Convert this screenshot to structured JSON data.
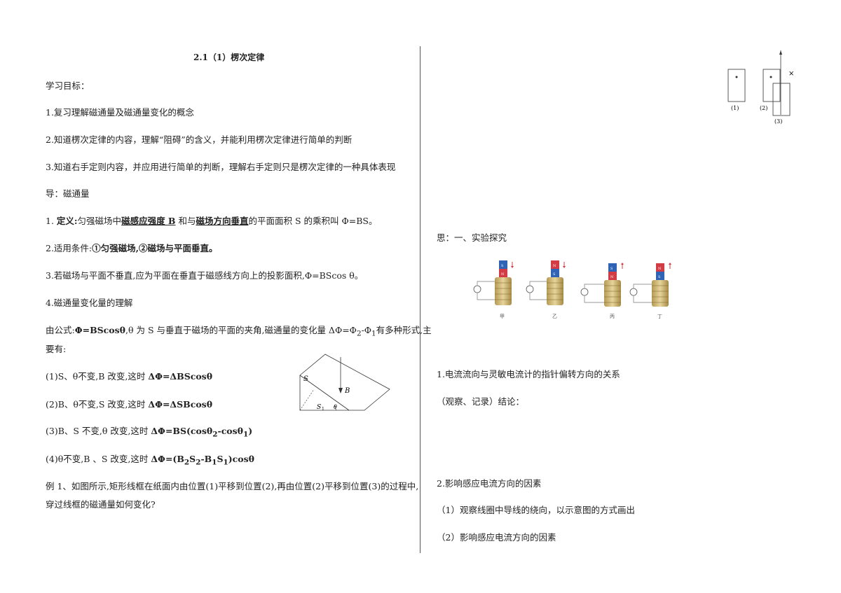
{
  "left": {
    "title": "2.1（1）楞次定律",
    "goals_heading": "学习目标：",
    "goal1": "1.复习理解磁通量及磁通量变化的概念",
    "goal2": "2.知道楞次定律的内容，理解“阻碍”的含义，并能利用楞次定律进行简单的判断",
    "goal3": "3.知道右手定则内容，并应用进行简单的判断，理解右手定则只是楞次定律的一种具体表现",
    "guide": "导：磁通量",
    "def_num": "1.",
    "def_label": "定义:",
    "def_a": "匀强磁场中",
    "def_b": "磁感应强度 B",
    "def_c": " 和与",
    "def_d": "磁场方向垂直",
    "def_e": "的平面面积 S 的乘积叫 Φ=BS。",
    "cond_a": "2.适用条件:",
    "cond_b": "①匀强磁场,②磁场与平面垂直。",
    "proj": "3.若磁场与平面不垂直,应为平面在垂直于磁感线方向上的投影面积,Φ=BScos θ。",
    "change": "4.磁通量变化量的理解",
    "formula_a": "由公式:",
    "formula_b": "Φ=BScosθ",
    "formula_c": ",θ 为 S 与垂直于磁场的平面的夹角,磁通量的变化量 ΔΦ=Φ",
    "formula_d": "-Φ",
    "formula_e": "有多种形式,主",
    "formula_f": "要有:",
    "case1_a": "(1)S、θ不变,B 改变,这时 ",
    "case1_b": "ΔΦ=ΔBScosθ",
    "case2_a": "(2)B、θ不变,S 改变,这时 ",
    "case2_b": "ΔΦ=ΔSBcosθ",
    "case3_a": "(3)B、S 不变,θ 改变,这时 ",
    "case3_b": "ΔΦ=BS(cosθ",
    "case3_c": "-cosθ",
    "case3_d": ")",
    "case4_a": "(4)θ不变,B 、S 改变,这时 ",
    "case4_b": "ΔΦ=(B",
    "case4_c": "S",
    "case4_d": "-B",
    "case4_e": "S",
    "case4_f": ")cosθ",
    "ex_1": "例 1、如图所示,矩形线框在纸面内由位置(1)平移到位置(2),再由位置(2)平移到位置(3)的过程中,",
    "ex_2": "穿过线框的磁通量如何变化?",
    "sub_1": "1",
    "sub_2": "2",
    "fig": {
      "s": "S",
      "b": "B",
      "s1": "S",
      "s1_sub": "1",
      "theta": "θ"
    }
  },
  "right": {
    "fig": {
      "l1": "(1)",
      "l2": "(2)",
      "l3": "(3)",
      "cross": "×"
    },
    "think": "思：一、实验探究",
    "exp_labels": [
      "甲",
      "乙",
      "丙",
      "丁"
    ],
    "magnet": {
      "n": "N",
      "s": "S"
    },
    "q1": "1.电流流向与灵敏电流计的指针偏转方向的关系",
    "q1_note": "（观察、记录）结论：",
    "q2": "2.影响感应电流方向的因素",
    "q2_1": "（1）观察线圈中导线的绕向，以示意图的方式画出",
    "q2_2": "（2）影响感应电流方向的因素"
  }
}
